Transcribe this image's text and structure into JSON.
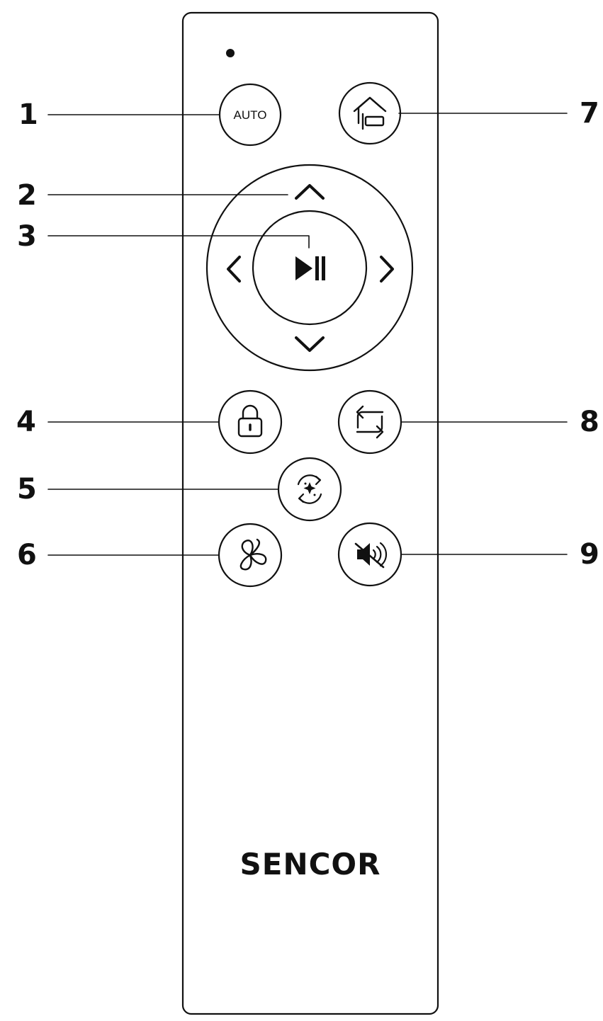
{
  "remote": {
    "brand": "SENCOR",
    "auto_label": "AUTO"
  },
  "callouts": [
    {
      "number": "1",
      "target": "auto-button"
    },
    {
      "number": "2",
      "target": "up-arrow"
    },
    {
      "number": "3",
      "target": "play-pause-button"
    },
    {
      "number": "4",
      "target": "lock-button"
    },
    {
      "number": "5",
      "target": "cleaning-mode-button"
    },
    {
      "number": "6",
      "target": "fan-button"
    },
    {
      "number": "7",
      "target": "home-dock-button"
    },
    {
      "number": "8",
      "target": "repeat-button"
    },
    {
      "number": "9",
      "target": "mute-button"
    }
  ],
  "icons": {
    "home": "home-dock-icon",
    "play_pause": "play-pause-icon",
    "lock": "lock-icon",
    "repeat": "repeat-icon",
    "cleaning": "sparkle-rotate-icon",
    "fan": "fan-icon",
    "mute": "speaker-mute-icon"
  }
}
